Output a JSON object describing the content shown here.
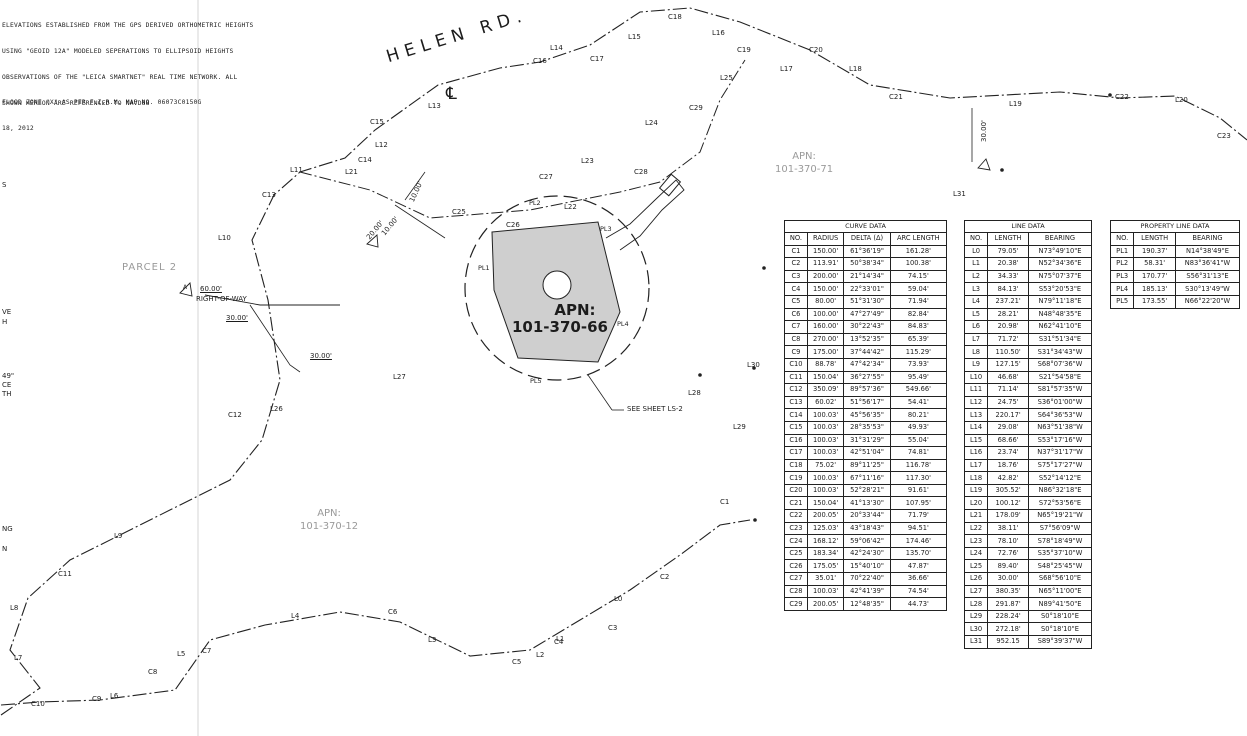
{
  "notes": {
    "elevation": [
      "ELEVATIONS ESTABLISHED FROM THE GPS DERIVED ORTHOMETRIC HEIGHTS",
      "USING \"GEOID 12A\" MODELED SEPERATIONS TO ELLIPSOID HEIGHTS",
      "OBSERVATIONS OF THE \"LEICA SMARTNET\" REAL TIME NETWORK. ALL",
      "SHOWN HEREON ARE REFERENCED TO NAVD88"
    ],
    "flood": [
      "FLOOD ZONE \"X\" AS PER F.I.R.M. MAP NO. 06073C0150G",
      "18, 2012"
    ],
    "edge_fragments": [
      "S",
      "VE",
      "H",
      "49\"",
      "CE",
      "TH",
      "NG",
      "N"
    ]
  },
  "map": {
    "road_name": "HELEN RD.",
    "centerline_symbol": "℄",
    "parcel2": "PARCEL 2",
    "apn_main": "APN:",
    "apn_main_number": "101-370-66",
    "apn_ne": "APN:",
    "apn_ne_number": "101-370-71",
    "apn_s": "APN:",
    "apn_s_number": "101-370-12",
    "see_sheet": "SEE SHEET LS-2",
    "row_60": "60.00'",
    "row_label": "RIGHT-OF-WAY",
    "dim_30a": "30.00'",
    "dim_30b": "30.00'",
    "dim_30c": "30.00'",
    "dim_20": "20.00'",
    "dim_10a": "10.00'",
    "dim_10b": "10.00'",
    "curve_labels": [
      "C1",
      "C2",
      "C3",
      "C4",
      "C5",
      "C6",
      "C7",
      "C8",
      "C9",
      "C10",
      "C11",
      "C12",
      "C13",
      "C14",
      "C15",
      "C16",
      "C17",
      "C18",
      "C19",
      "C20",
      "C21",
      "C22",
      "C23",
      "C25",
      "C26",
      "C27",
      "C28",
      "C29"
    ],
    "line_labels": [
      "L0",
      "L1",
      "L2",
      "L3",
      "L4",
      "L5",
      "L6",
      "L7",
      "L8",
      "L9",
      "L10",
      "L11",
      "L12",
      "L13",
      "L14",
      "L15",
      "L16",
      "L17",
      "L18",
      "L19",
      "L20",
      "L21",
      "L22",
      "L23",
      "L24",
      "L25",
      "L26",
      "L27",
      "L28",
      "L29",
      "L30",
      "L31"
    ],
    "pl_labels": [
      "PL1",
      "PL2",
      "PL3",
      "PL4",
      "PL5"
    ],
    "triangle_label": "A"
  },
  "curve_table": {
    "title": "CURVE DATA",
    "headers": [
      "NO.",
      "RADIUS",
      "DELTA (Δ)",
      "ARC LENGTH"
    ],
    "rows": [
      [
        "C1",
        "150.00'",
        "61°36'19\"",
        "161.28'"
      ],
      [
        "C2",
        "113.91'",
        "50°38'34\"",
        "100.38'"
      ],
      [
        "C3",
        "200.00'",
        "21°14'34\"",
        "74.15'"
      ],
      [
        "C4",
        "150.00'",
        "22°33'01\"",
        "59.04'"
      ],
      [
        "C5",
        "80.00'",
        "51°31'30\"",
        "71.94'"
      ],
      [
        "C6",
        "100.00'",
        "47°27'49\"",
        "82.84'"
      ],
      [
        "C7",
        "160.00'",
        "30°22'43\"",
        "84.83'"
      ],
      [
        "C8",
        "270.00'",
        "13°52'35\"",
        "65.39'"
      ],
      [
        "C9",
        "175.00'",
        "37°44'42\"",
        "115.29'"
      ],
      [
        "C10",
        "88.78'",
        "47°42'34\"",
        "73.93'"
      ],
      [
        "C11",
        "150.04'",
        "36°27'55\"",
        "95.49'"
      ],
      [
        "C12",
        "350.09'",
        "89°57'36\"",
        "549.66'"
      ],
      [
        "C13",
        "60.02'",
        "51°56'17\"",
        "54.41'"
      ],
      [
        "C14",
        "100.03'",
        "45°56'35\"",
        "80.21'"
      ],
      [
        "C15",
        "100.03'",
        "28°35'53\"",
        "49.93'"
      ],
      [
        "C16",
        "100.03'",
        "31°31'29\"",
        "55.04'"
      ],
      [
        "C17",
        "100.03'",
        "42°51'04\"",
        "74.81'"
      ],
      [
        "C18",
        "75.02'",
        "89°11'25\"",
        "116.78'"
      ],
      [
        "C19",
        "100.03'",
        "67°11'16\"",
        "117.30'"
      ],
      [
        "C20",
        "100.03'",
        "52°28'21\"",
        "91.61'"
      ],
      [
        "C21",
        "150.04'",
        "41°13'30\"",
        "107.95'"
      ],
      [
        "C22",
        "200.05'",
        "20°33'44\"",
        "71.79'"
      ],
      [
        "C23",
        "125.03'",
        "43°18'43\"",
        "94.51'"
      ],
      [
        "C24",
        "168.12'",
        "59°06'42\"",
        "174.46'"
      ],
      [
        "C25",
        "183.34'",
        "42°24'30\"",
        "135.70'"
      ],
      [
        "C26",
        "175.05'",
        "15°40'10\"",
        "47.87'"
      ],
      [
        "C27",
        "35.01'",
        "70°22'40\"",
        "36.66'"
      ],
      [
        "C28",
        "100.03'",
        "42°41'39\"",
        "74.54'"
      ],
      [
        "C29",
        "200.05'",
        "12°48'35\"",
        "44.73'"
      ]
    ]
  },
  "line_table": {
    "title": "LINE DATA",
    "headers": [
      "NO.",
      "LENGTH",
      "BEARING"
    ],
    "rows": [
      [
        "L0",
        "79.05'",
        "N73°49'10\"E"
      ],
      [
        "L1",
        "20.38'",
        "N52°34'36\"E"
      ],
      [
        "L2",
        "34.33'",
        "N75°07'37\"E"
      ],
      [
        "L3",
        "84.13'",
        "S53°20'53\"E"
      ],
      [
        "L4",
        "237.21'",
        "N79°11'18\"E"
      ],
      [
        "L5",
        "28.21'",
        "N48°48'35\"E"
      ],
      [
        "L6",
        "20.98'",
        "N62°41'10\"E"
      ],
      [
        "L7",
        "71.72'",
        "S31°51'34\"E"
      ],
      [
        "L8",
        "110.50'",
        "S31°34'43\"W"
      ],
      [
        "L9",
        "127.15'",
        "S68°07'36\"W"
      ],
      [
        "L10",
        "46.68'",
        "S21°54'58\"E"
      ],
      [
        "L11",
        "71.14'",
        "S81°57'35\"W"
      ],
      [
        "L12",
        "24.75'",
        "S36°01'00\"W"
      ],
      [
        "L13",
        "220.17'",
        "S64°36'53\"W"
      ],
      [
        "L14",
        "29.08'",
        "N63°51'38\"W"
      ],
      [
        "L15",
        "68.66'",
        "S53°17'16\"W"
      ],
      [
        "L16",
        "23.74'",
        "N37°31'17\"W"
      ],
      [
        "L17",
        "18.76'",
        "S75°17'27\"W"
      ],
      [
        "L18",
        "42.82'",
        "S52°14'12\"E"
      ],
      [
        "L19",
        "305.52'",
        "N86°32'18\"E"
      ],
      [
        "L20",
        "100.12'",
        "S72°53'56\"E"
      ],
      [
        "L21",
        "178.09'",
        "N65°19'21\"W"
      ],
      [
        "L22",
        "38.11'",
        "S7°56'09\"W"
      ],
      [
        "L23",
        "78.10'",
        "S78°18'49\"W"
      ],
      [
        "L24",
        "72.76'",
        "S35°37'10\"W"
      ],
      [
        "L25",
        "89.40'",
        "S48°25'45\"W"
      ],
      [
        "L26",
        "30.00'",
        "S68°56'10\"E"
      ],
      [
        "L27",
        "380.35'",
        "N65°11'00\"E"
      ],
      [
        "L28",
        "291.87'",
        "N89°41'50\"E"
      ],
      [
        "L29",
        "228.24'",
        "S0°18'10\"E"
      ],
      [
        "L30",
        "272.18'",
        "S0°18'10\"E"
      ],
      [
        "L31",
        "952.15",
        "S89°39'37\"W"
      ]
    ]
  },
  "property_table": {
    "title": "PROPERTY LINE DATA",
    "headers": [
      "NO.",
      "LENGTH",
      "BEARING"
    ],
    "rows": [
      [
        "PL1",
        "190.37'",
        "N14°38'49\"E"
      ],
      [
        "PL2",
        "58.31'",
        "N83°36'41\"W"
      ],
      [
        "PL3",
        "170.77'",
        "S56°31'13\"E"
      ],
      [
        "PL4",
        "185.13'",
        "S30°13'49\"W"
      ],
      [
        "PL5",
        "173.55'",
        "N66°22'20\"W"
      ]
    ]
  }
}
